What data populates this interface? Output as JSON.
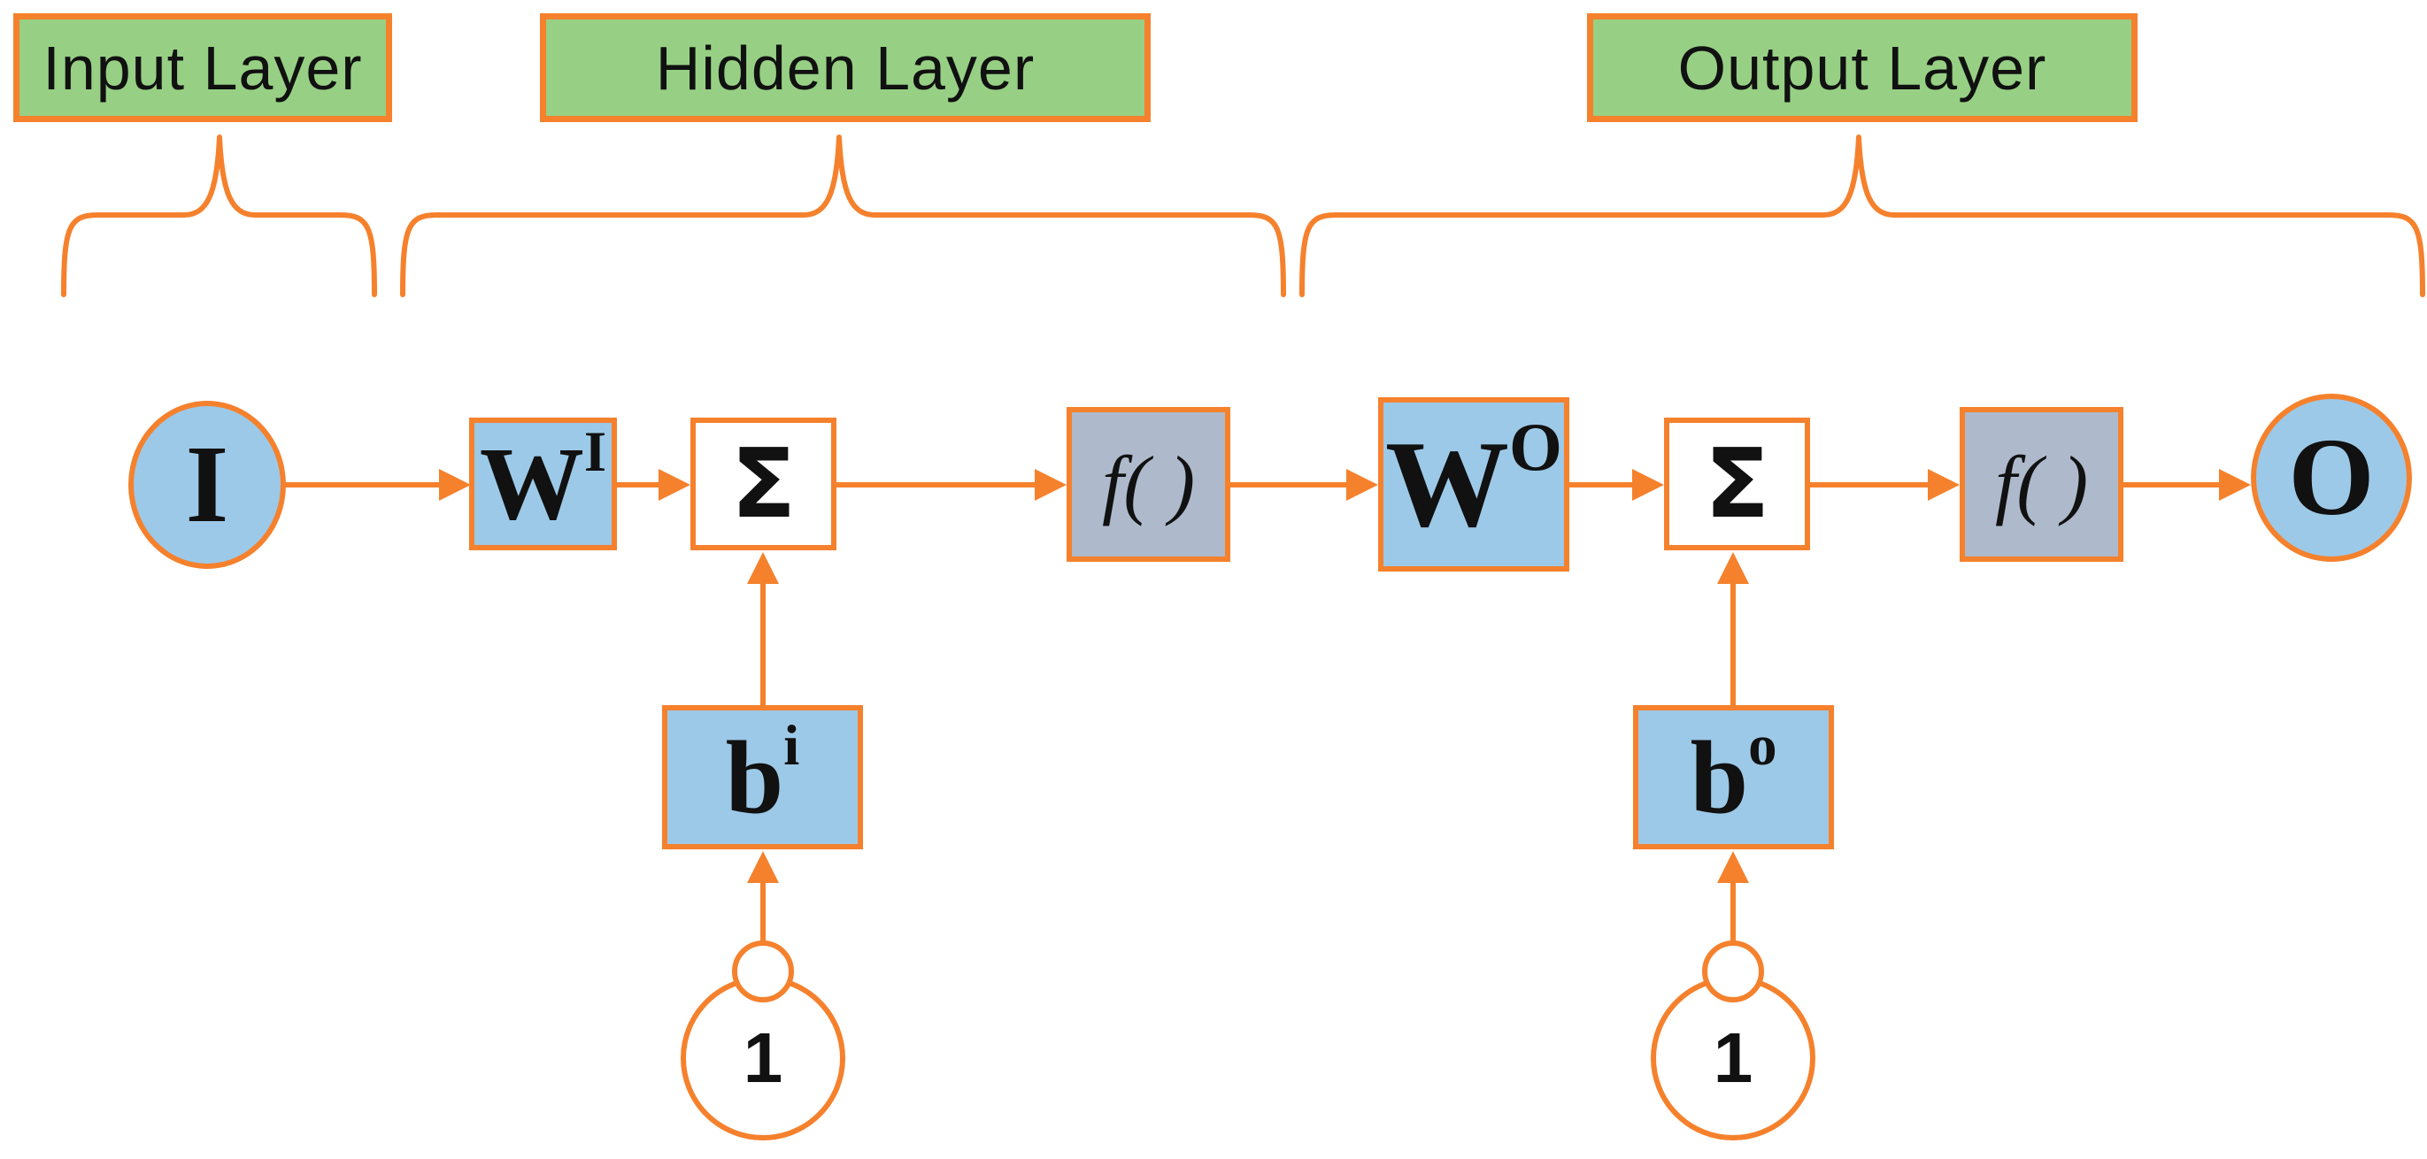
{
  "colors": {
    "accent_orange": "#f5812d",
    "label_green": "#97d084",
    "node_blue": "#9dc9e8",
    "activation_gray": "#aebacb",
    "sum_white": "#ffffff",
    "text_black": "#111111"
  },
  "layer_labels": {
    "input": "Input Layer",
    "hidden": "Hidden Layer",
    "output": "Output Layer"
  },
  "pipeline": {
    "input_node": "I",
    "weight_hidden": {
      "base": "W",
      "sup": "I"
    },
    "sum_symbol": "Σ",
    "activation_symbol": "f( )",
    "weight_output": {
      "base": "W",
      "sup": "O"
    },
    "output_node": "O"
  },
  "bias": {
    "hidden": {
      "base": "b",
      "sup": "i"
    },
    "output": {
      "base": "b",
      "sup": "o"
    },
    "unit_value": "1"
  }
}
